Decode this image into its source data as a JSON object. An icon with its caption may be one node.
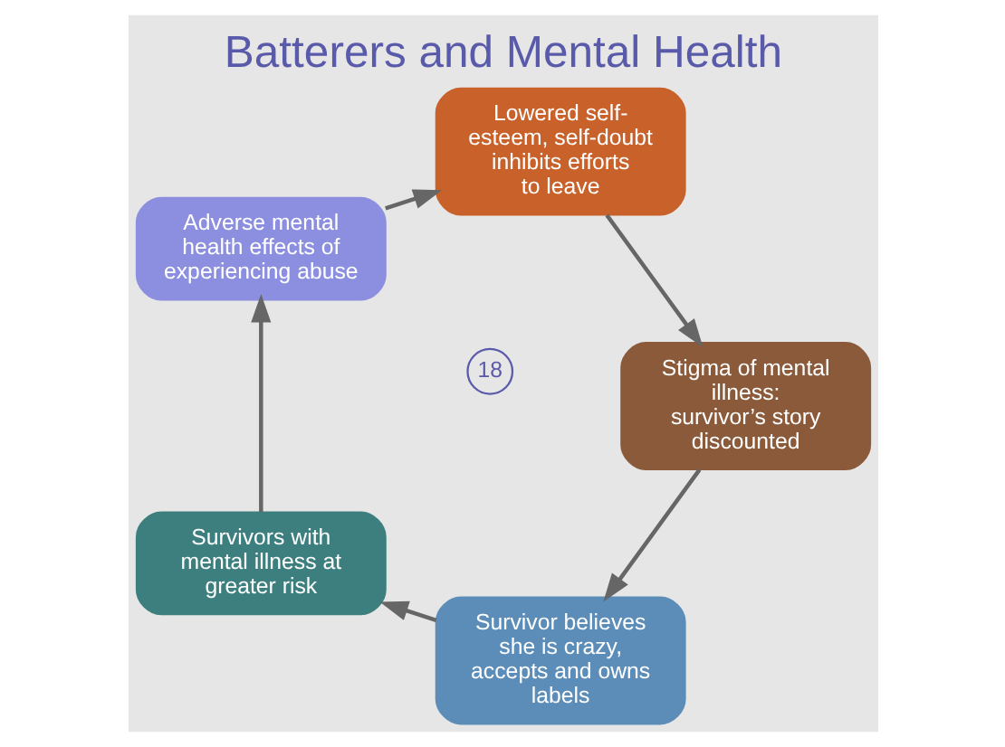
{
  "diagram": {
    "title": "Batterers and Mental Health",
    "nodes": [
      {
        "text": [
          "Survivor believes she is crazy, accepts and owns labels"
        ]
      },
      {
        "text": [
          "Survivors with mental illness at greater risk"
        ]
      },
      {
        "text": [
          "Stigma of mental illness: survivor’s story discounted"
        ]
      },
      {
        "text": [
          "Adverse mental health effects of experiencing abuse"
        ]
      },
      {
        "text": [
          "Lowered self-esteem, self-doubt inhibits efforts to leave"
        ]
      }
    ],
    "edges": [
      {
        "from": 1,
        "to": 3,
        "arrow": "to"
      },
      {
        "from": 3,
        "to": 4,
        "arrow": "to"
      },
      {
        "from": 4,
        "to": 2,
        "arrow": "to"
      },
      {
        "from": 2,
        "to": 0,
        "arrow": "to"
      },
      {
        "from": 0,
        "to": 1,
        "arrow": "to"
      }
    ],
    "labels": [
      "18"
    ]
  }
}
